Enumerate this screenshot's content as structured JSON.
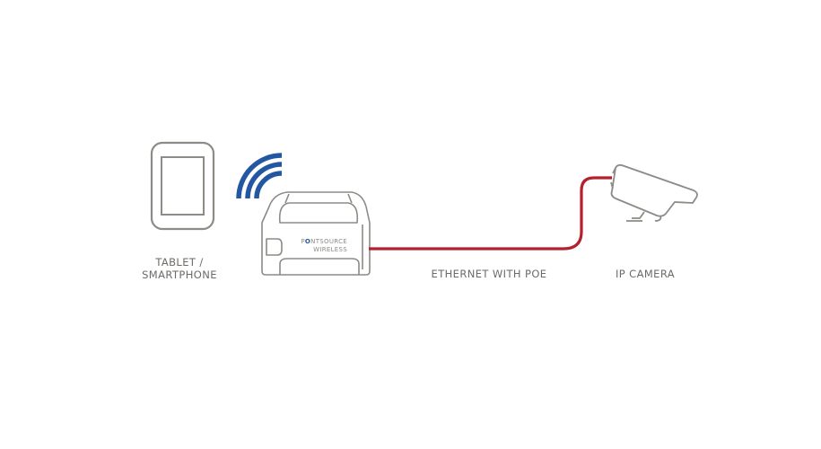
{
  "diagram": {
    "nodes": [
      {
        "id": "tablet",
        "label_line1": "TABLET /",
        "label_line2": "SMARTPHONE"
      },
      {
        "id": "router",
        "brand_part1": "P",
        "brand_part2": "O",
        "brand_part3": "NTSOURCE",
        "brand_line2": "WIRELESS"
      },
      {
        "id": "camera",
        "label": "IP CAMERA"
      }
    ],
    "edges": [
      {
        "from": "tablet",
        "to": "router",
        "type": "wireless"
      },
      {
        "from": "router",
        "to": "camera",
        "type": "wired",
        "label": "ETHERNET WITH POE"
      }
    ],
    "colors": {
      "outline": "#8e8a85",
      "wifi": "#2457a3",
      "cable": "#b5202e",
      "text": "#6e6a66",
      "brand_accent": "#2457a3"
    }
  }
}
